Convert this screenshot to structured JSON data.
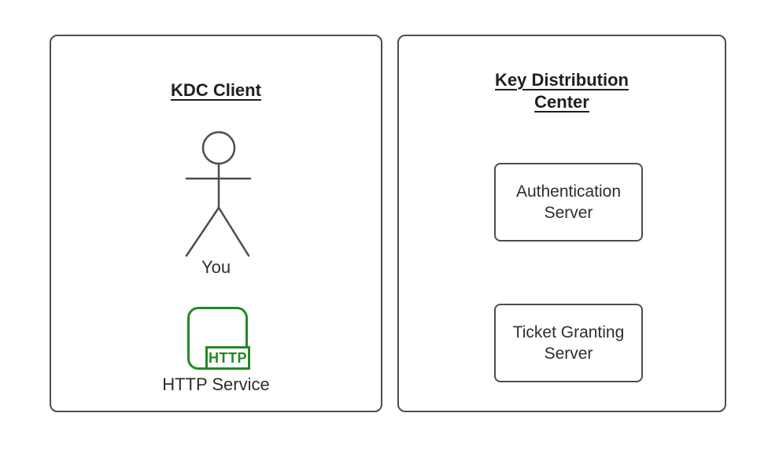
{
  "colors": {
    "stroke": "#4d4d4d",
    "green": "#228b22",
    "title_text": "#1f1f1f",
    "label_text": "#2d2d2d"
  },
  "client_panel": {
    "title": "KDC Client",
    "actor_label": "You",
    "http_badge": "HTTP",
    "http_label": "HTTP Service"
  },
  "kdc_panel": {
    "title": "Key Distribution Center",
    "boxes": [
      {
        "label": "Authentication Server"
      },
      {
        "label": "Ticket Granting Server"
      }
    ]
  },
  "icons": {
    "actor": "stick-figure-icon",
    "service": "http-service-icon"
  }
}
